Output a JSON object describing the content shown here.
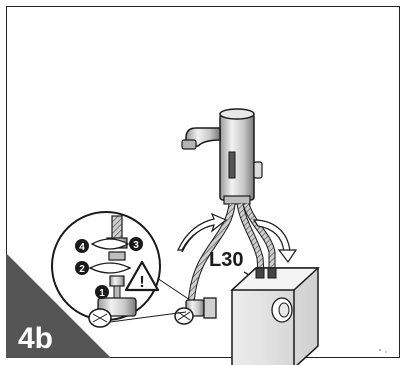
{
  "step_label": "4b",
  "dimension_label": "L30",
  "callouts": [
    "1",
    "2",
    "3",
    "4"
  ],
  "warning_symbol": "!",
  "icons": [
    "warning-triangle-icon",
    "rotation-arrow-icon"
  ],
  "colors": {
    "corner_badge": "#555555",
    "line": "#1a1a1a",
    "metal_light": "#e6e6e6",
    "metal_dark": "#8a8a8a"
  }
}
